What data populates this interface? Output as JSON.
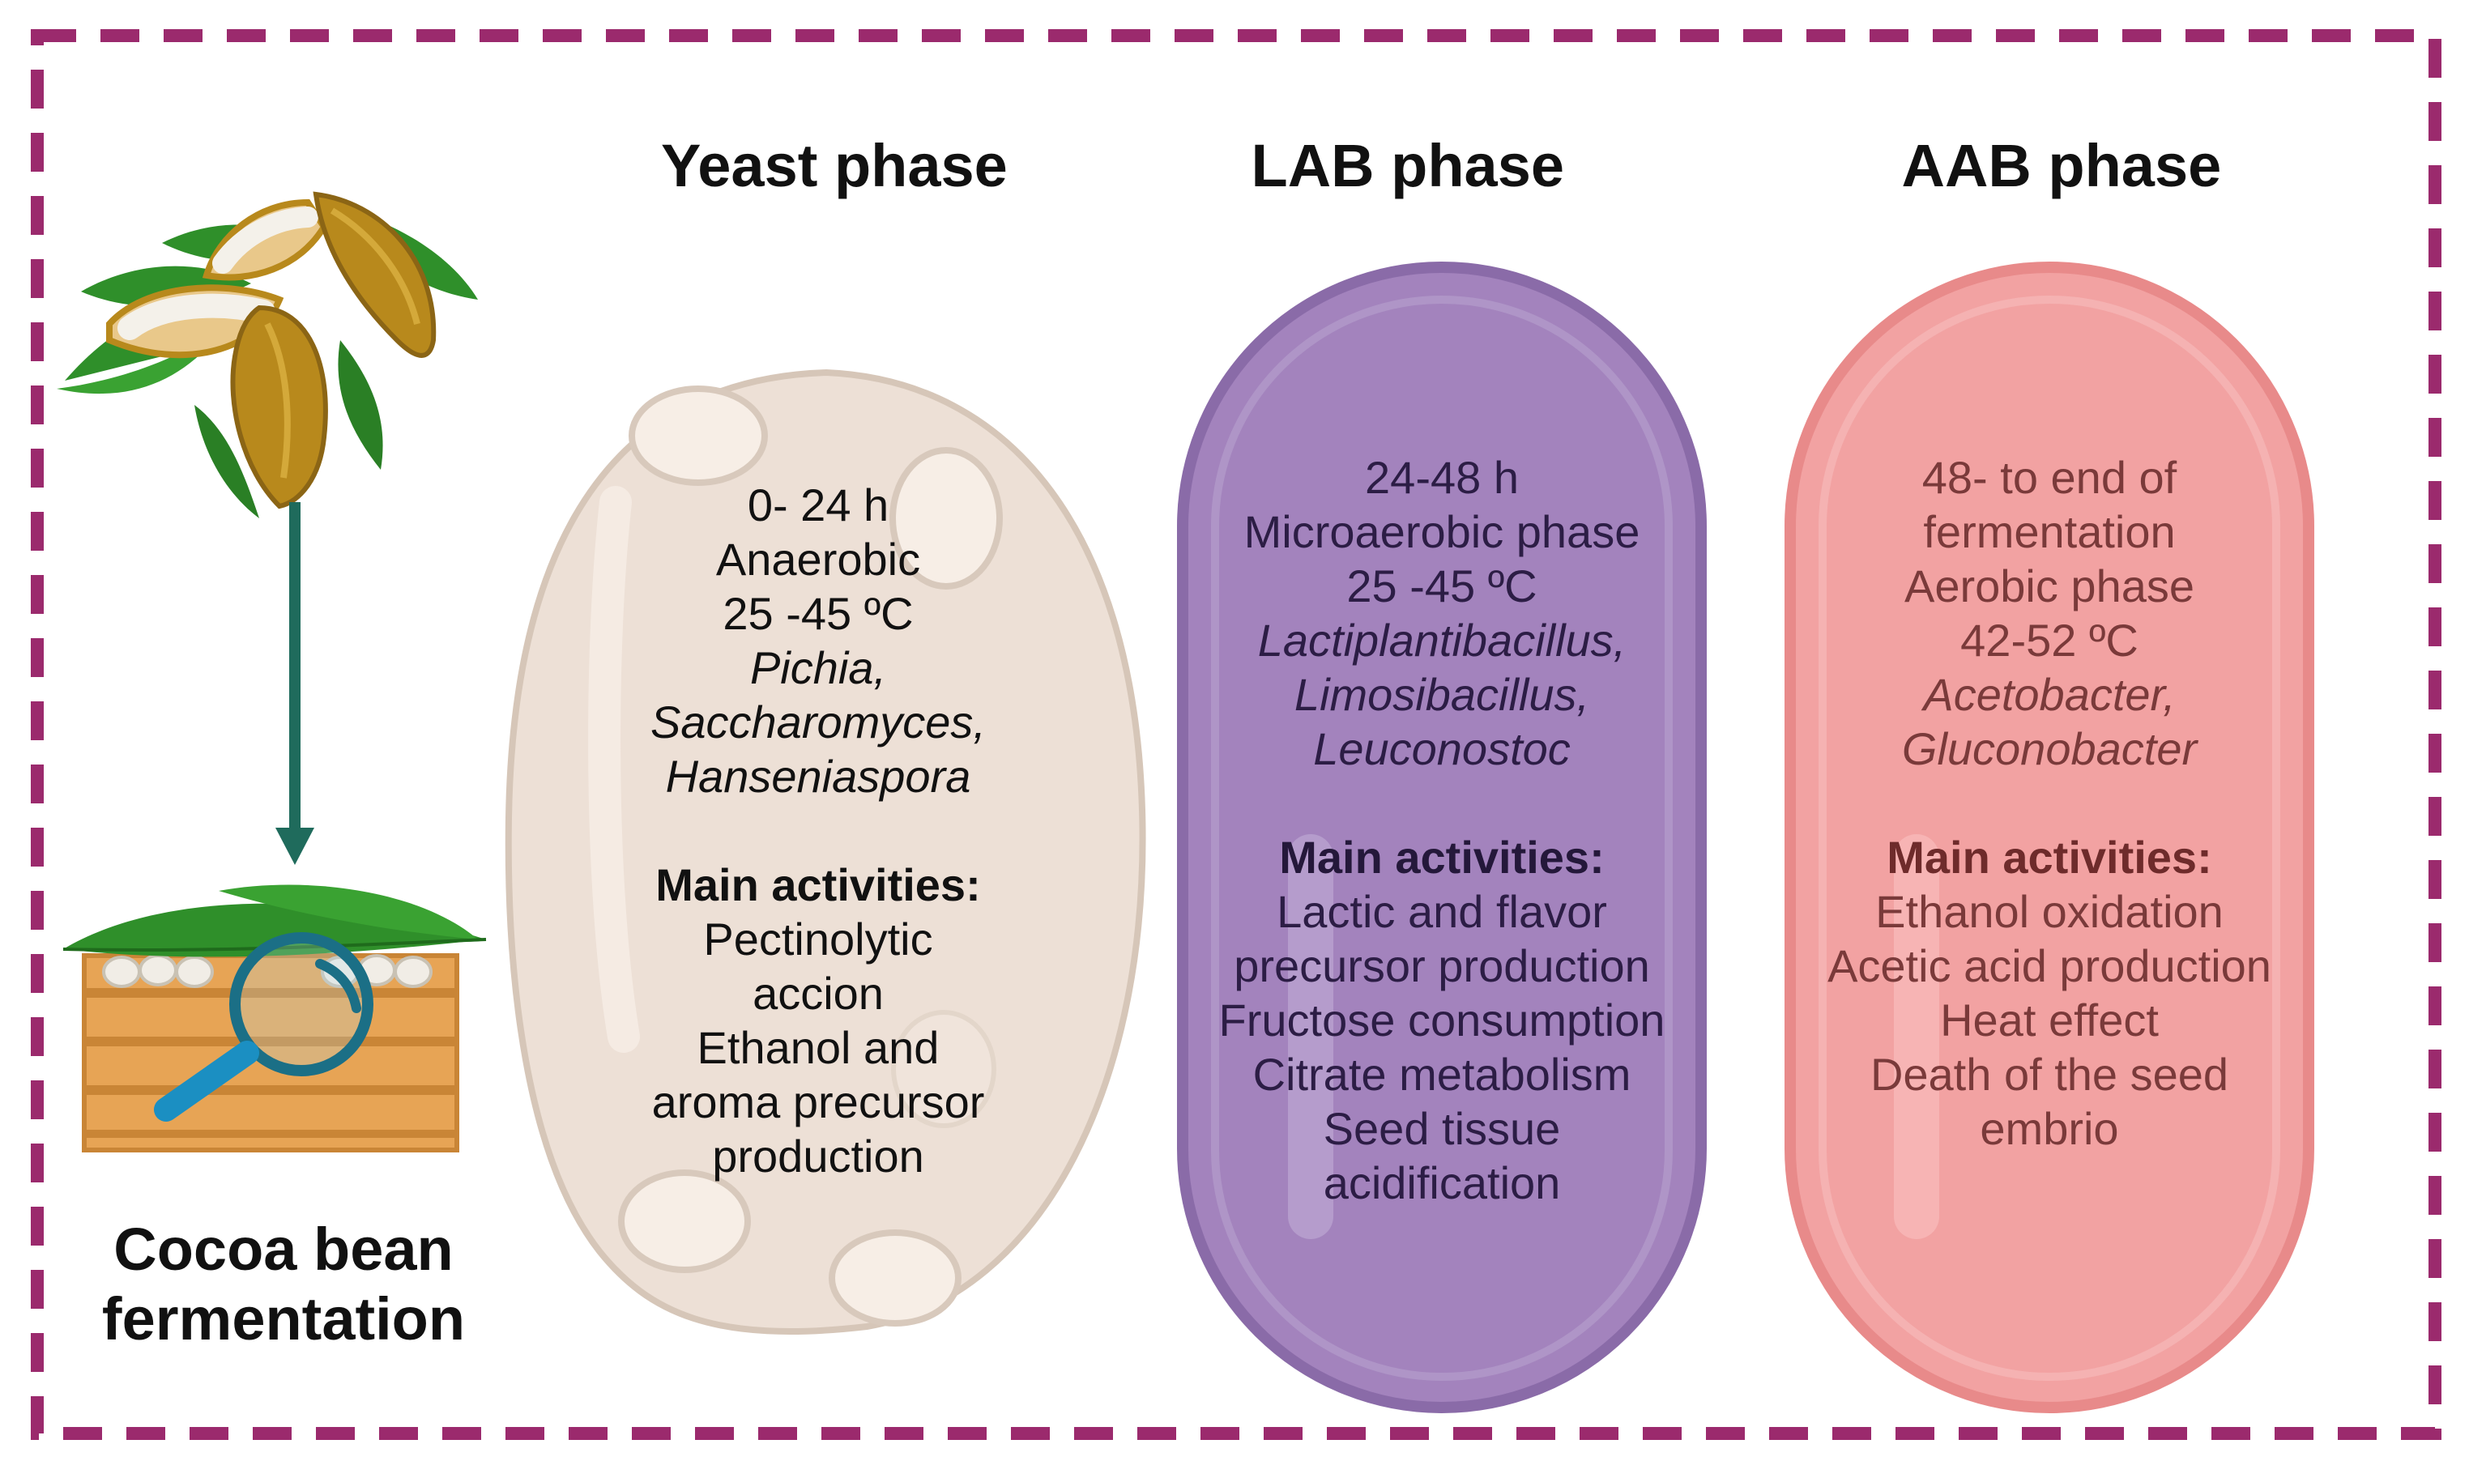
{
  "colors": {
    "frame": "#9b2a6d",
    "arrow": "#1f6b5c",
    "yeast_cell": "#ede0d6",
    "lab_capsule": "#a383bd",
    "aab_capsule": "#f2a2a2",
    "leaf": "#2f8f2a",
    "pod": "#b8891c",
    "crate": "#e7a455",
    "magnifier": "#1b6f86"
  },
  "icons": [
    "cocoa-pod-icon",
    "down-arrow-icon",
    "fermentation-crate-icon",
    "magnifier-icon"
  ],
  "cocoa": {
    "title_line1": "Cocoa bean",
    "title_line2": "fermentation"
  },
  "phases": {
    "yeast": {
      "title": "Yeast phase",
      "time": "0- 24 h",
      "condition": "Anaerobic",
      "temperature": "25 -45 ºC",
      "organisms": [
        "Pichia,",
        "Saccharomyces,",
        "Hanseniaspora"
      ],
      "activities_heading": "Main activities:",
      "activities": [
        "Pectinolytic",
        "accion",
        "Ethanol and",
        "aroma precursor",
        "production"
      ]
    },
    "lab": {
      "title": "LAB phase",
      "time": "24-48 h",
      "condition": "Microaerobic phase",
      "temperature": "25 -45 ºC",
      "organisms": [
        "Lactiplantibacillus,",
        "Limosibacillus,",
        "Leuconostoc"
      ],
      "activities_heading": "Main activities:",
      "activities": [
        "Lactic and flavor",
        "precursor production",
        "Fructose consumption",
        "Citrate metabolism",
        "Seed tissue",
        "acidification"
      ]
    },
    "aab": {
      "title": "AAB phase",
      "time_line1": "48-  to end of",
      "time_line2": "fermentation",
      "condition": " Aerobic phase",
      "temperature": "42-52 ºC",
      "organisms": [
        "Acetobacter,",
        "Gluconobacter"
      ],
      "activities_heading": "Main activities:",
      "activities": [
        "Ethanol oxidation",
        "Acetic acid production",
        "Heat effect",
        "Death of the seed",
        "embrio"
      ]
    }
  }
}
